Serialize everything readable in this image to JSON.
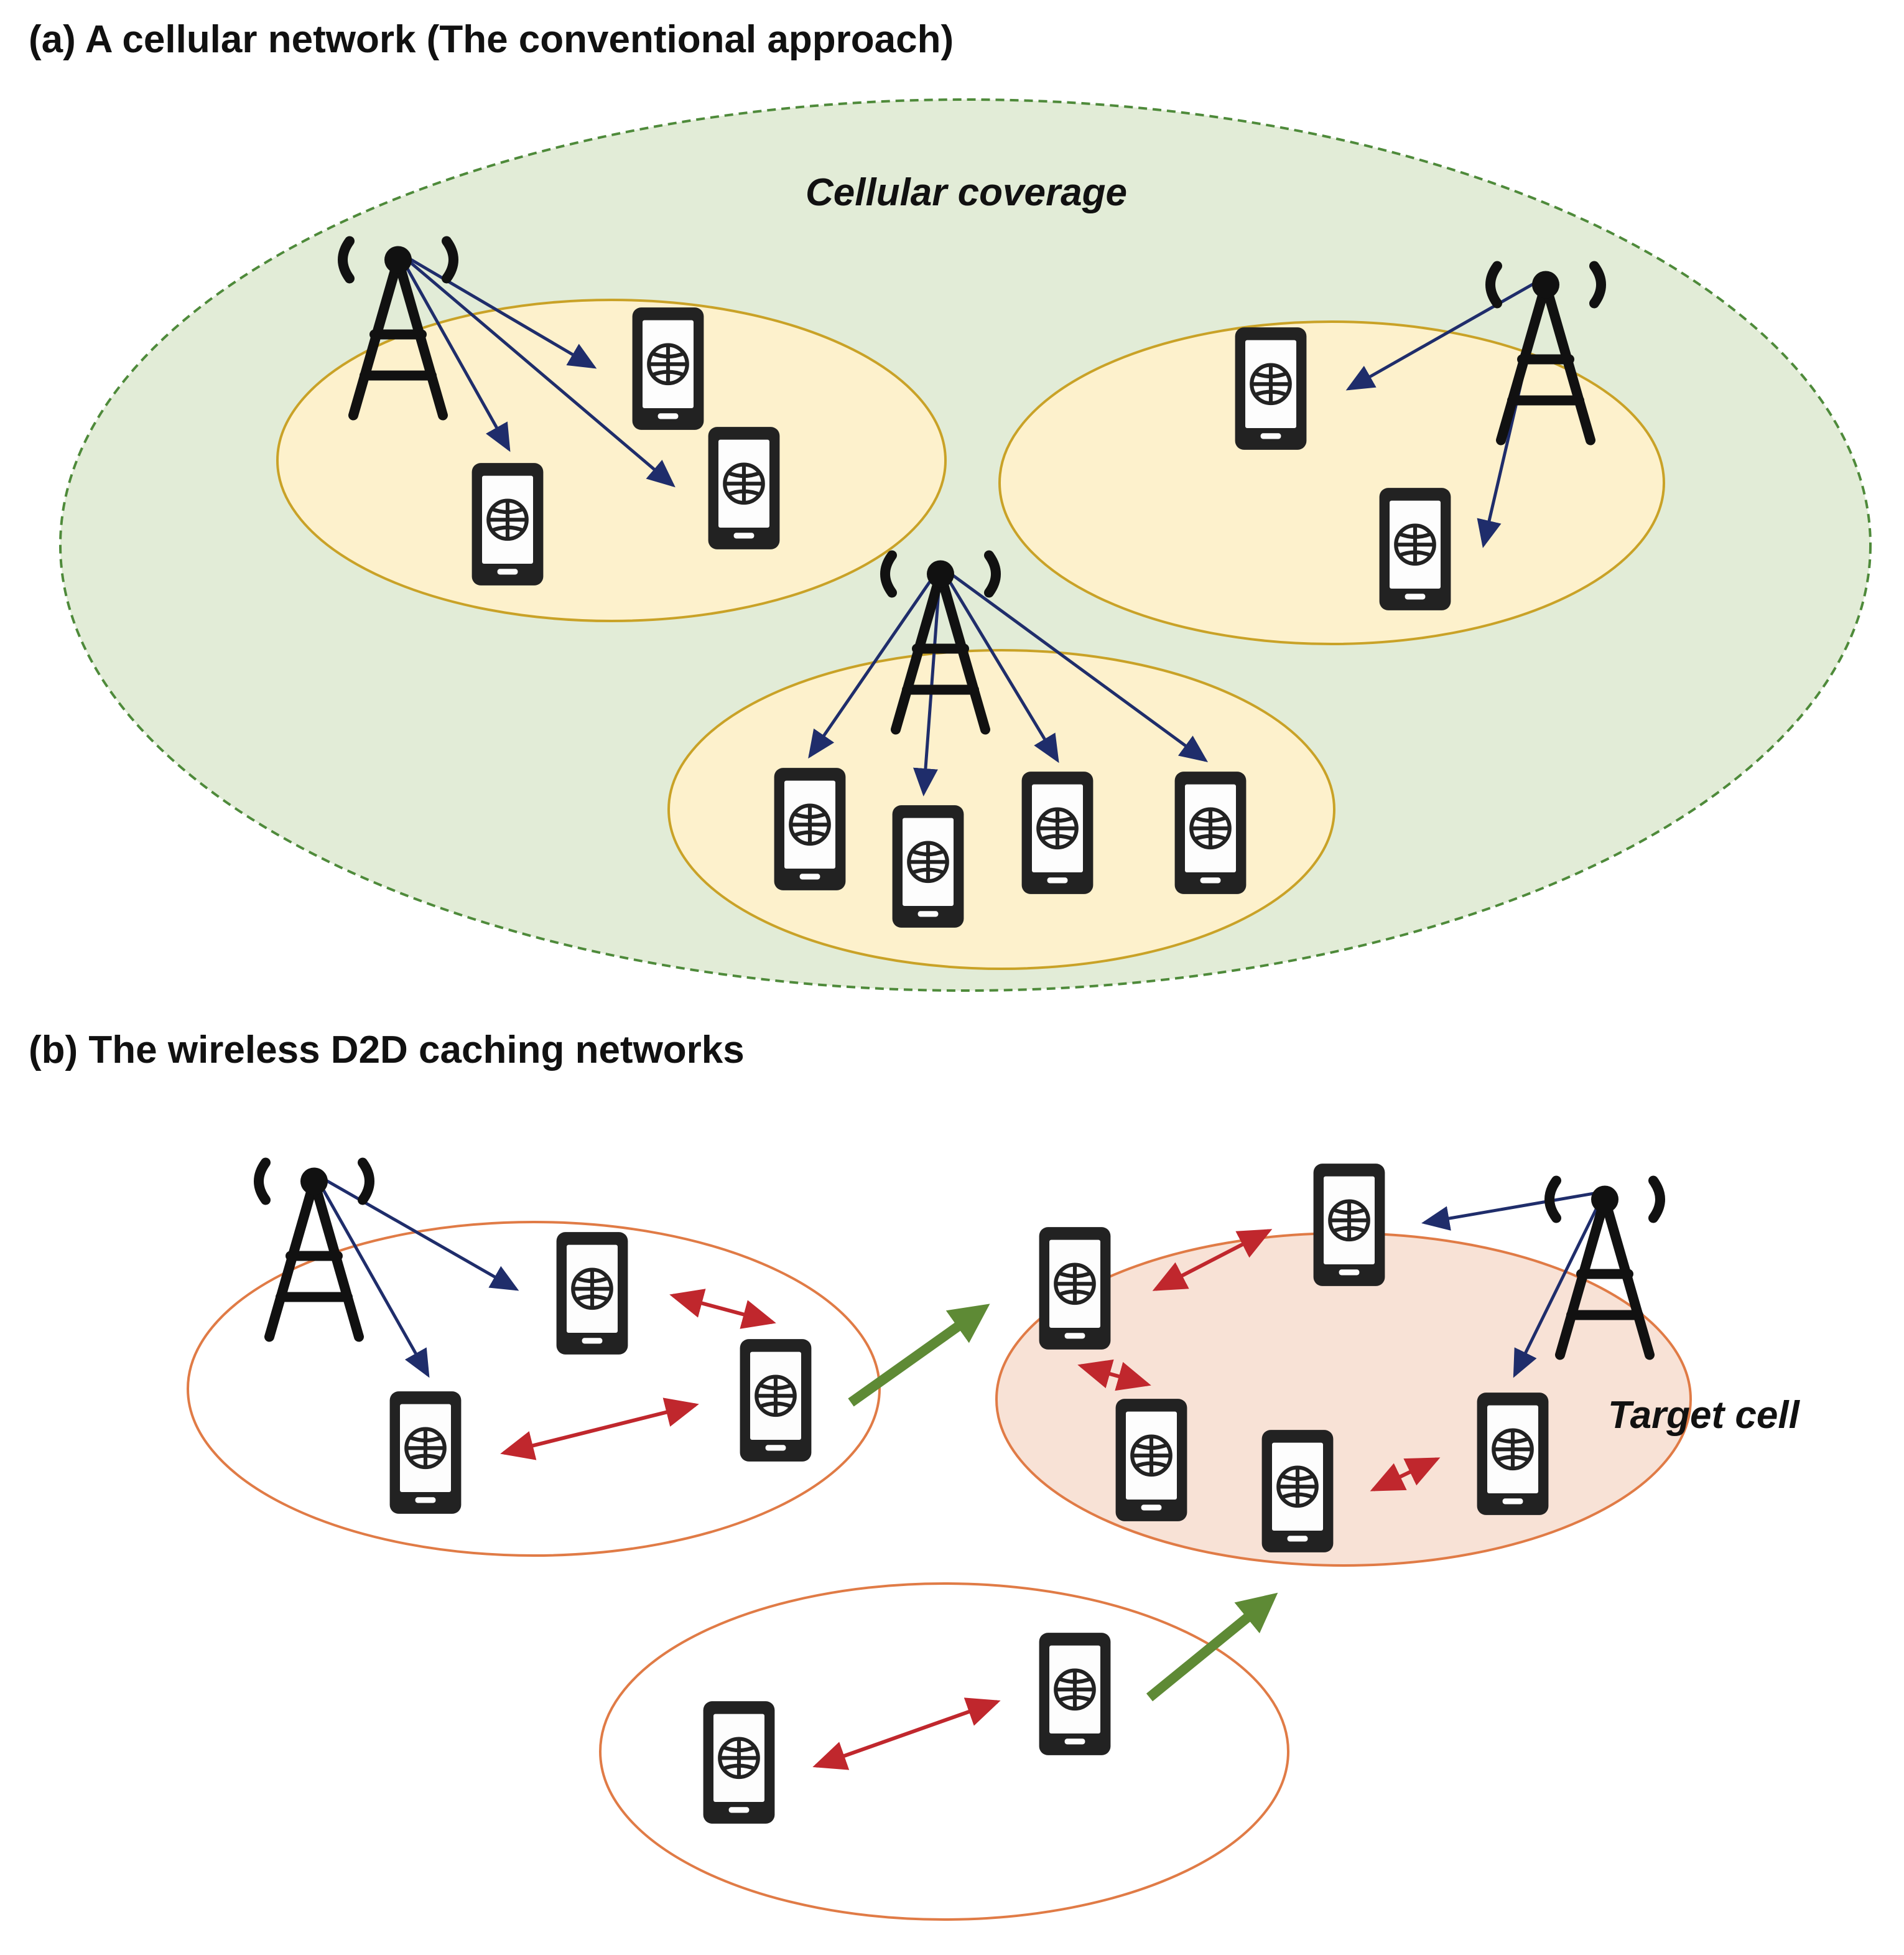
{
  "panel_a": {
    "title": "(a) A cellular network (The conventional approach)",
    "coverage_label": "Cellular coverage",
    "colors": {
      "coverage_fill": "#e2ecd7",
      "coverage_stroke": "#4e8a3a",
      "cell_fill": "#fdf1cc",
      "cell_stroke": "#c9a227",
      "link": "#1f2d6b"
    }
  },
  "panel_b": {
    "title": "(b) The wireless D2D caching networks",
    "target_label": "Target cell",
    "colors": {
      "cell_stroke": "#e07b46",
      "target_fill": "#f8e2d6",
      "d2d_link": "#c0272d",
      "cellular_link": "#1f2d6b",
      "migration_arrow": "#5e8a35"
    }
  },
  "icons": {
    "base_station": "radio-tower-icon",
    "user_device": "smartphone-globe-icon"
  }
}
